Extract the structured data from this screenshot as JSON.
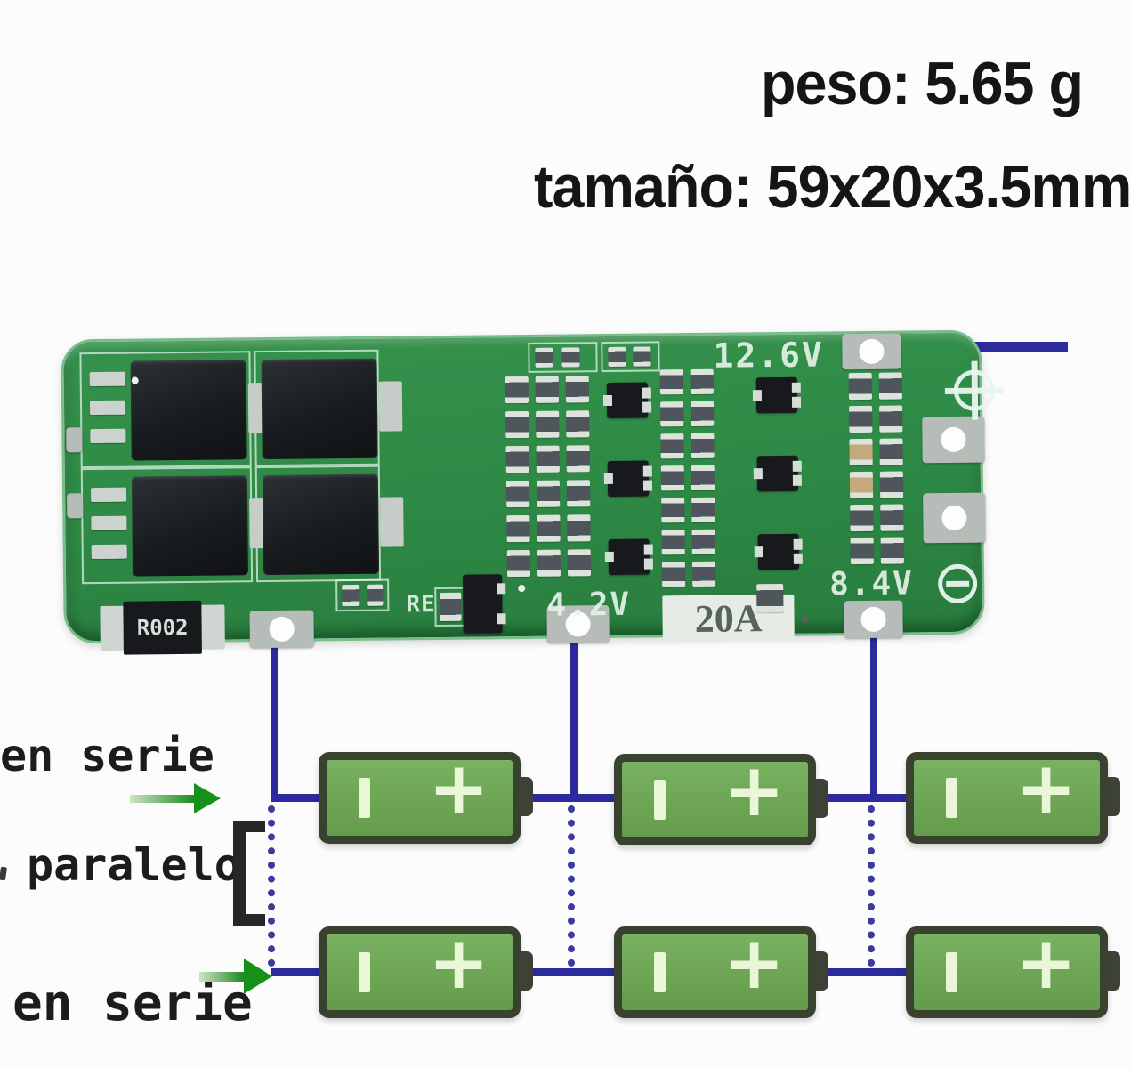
{
  "specs": {
    "weight": "peso: 5.65 g",
    "size": "tamaño: 59x20x3.5mm"
  },
  "pcb": {
    "labels": {
      "pack_voltage": "12.6V",
      "cell1_voltage": "4.2V",
      "cell2_voltage": "8.4V",
      "current_rating": "20A",
      "shunt_resistor": "R002",
      "ref": "RE"
    }
  },
  "diagram": {
    "series_label_top": "en serie",
    "parallel_label": "paralelo",
    "series_label_bottom": "en serie",
    "battery_plus": "+"
  },
  "colors": {
    "pcb_green": "#2f8c47",
    "battery_green": "#6fa757",
    "battery_border": "#39422f",
    "wire_blue": "#2b2b9e",
    "wire_blue_dot": "#3a3aa0",
    "arrow_green": "#169018",
    "bracket_black": "#262626",
    "text_black": "#151515",
    "silkscreen_white": "#e6f2ea"
  }
}
